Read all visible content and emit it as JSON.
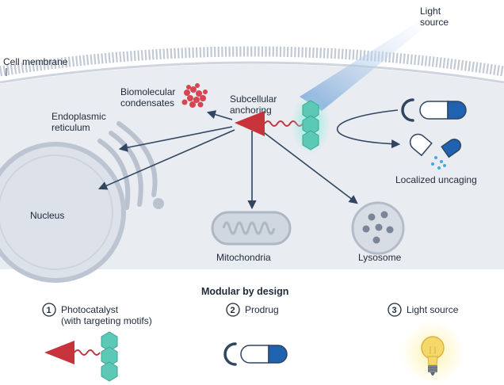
{
  "light_source_label": [
    "Light",
    "source"
  ],
  "cell_membrane_label": "Cell membrane",
  "organelles": {
    "biomolecular_condensates": [
      "Biomolecular",
      "condensates"
    ],
    "subcellular_anchoring": [
      "Subcellular",
      "anchoring"
    ],
    "endoplasmic_reticulum": [
      "Endoplasmic",
      "reticulum"
    ],
    "nucleus": "Nucleus",
    "mitochondria": "Mitochondria",
    "lysosome": "Lysosome",
    "localized_uncaging": "Localized uncaging"
  },
  "section_title": "Modular by design",
  "components": [
    {
      "number": "1",
      "label": [
        "Photocatalyst",
        "(with targeting motifs)"
      ]
    },
    {
      "number": "2",
      "label": [
        "Prodrug"
      ]
    },
    {
      "number": "3",
      "label": [
        "Light source"
      ]
    }
  ],
  "colors": {
    "catalyst_red": "#c8323a",
    "motif_teal": "#5cc8b6",
    "capsule_blue": "#1f63b0",
    "arrow_navy": "#2f4560",
    "cytoplasm": "#e9ecf1",
    "bulb_yellow": "#f5d86a"
  }
}
